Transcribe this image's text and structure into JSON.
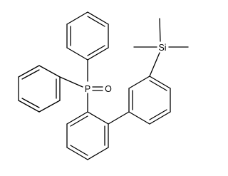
{
  "molecule": {
    "atoms": {
      "phosphorus": "P",
      "oxygen": "O",
      "silicon": "Si"
    },
    "colors": {
      "bond": "#000000",
      "label": "#000000",
      "background": "#ffffff"
    }
  }
}
